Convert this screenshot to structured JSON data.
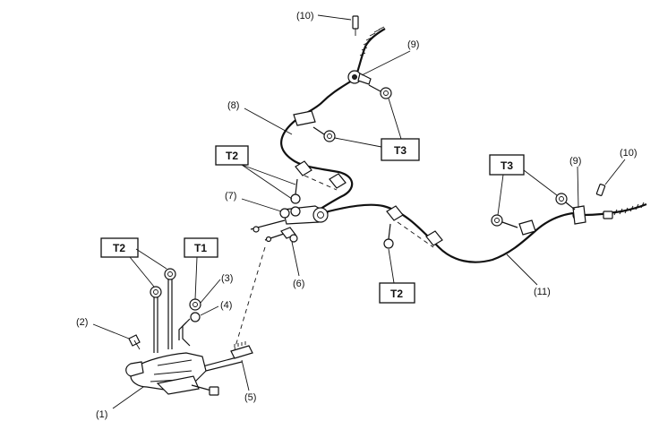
{
  "labels": {
    "p1": "(1)",
    "p2": "(2)",
    "p3": "(3)",
    "p4": "(4)",
    "p5": "(5)",
    "p6": "(6)",
    "p7": "(7)",
    "p8": "(8)",
    "p9_top": "(9)",
    "p9_right": "(9)",
    "p10_top": "(10)",
    "p10_right": "(10)",
    "p11": "(11)"
  },
  "torque_boxes": {
    "t2_upper": "T2",
    "t3_upper": "T3",
    "t3_right": "T3",
    "t2_left": "T2",
    "t1": "T1",
    "t2_lower": "T2"
  },
  "colors": {
    "line": "#111111",
    "background": "#ffffff"
  }
}
